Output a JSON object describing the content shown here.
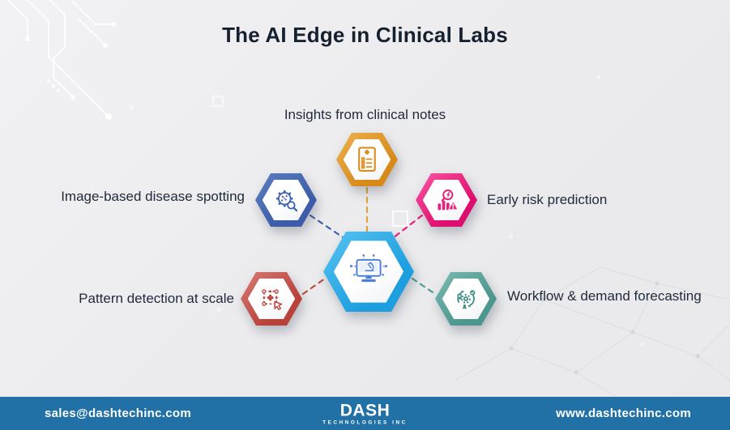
{
  "title": "The AI Edge in Clinical Labs",
  "center": {
    "icon": "monitor-microscope-icon",
    "color": "#2fa9e6"
  },
  "items": [
    {
      "id": "insights",
      "label": "Insights from clinical notes",
      "color": "#dd941f",
      "icon": "clinical-notes-document-icon"
    },
    {
      "id": "imaging",
      "label": "Image-based disease spotting",
      "color": "#3f63ad",
      "icon": "pathogen-magnifier-icon"
    },
    {
      "id": "risk",
      "label": "Early risk prediction",
      "color": "#e8217a",
      "icon": "risk-chart-alert-icon"
    },
    {
      "id": "pattern",
      "label": "Pattern detection at scale",
      "color": "#c04a44",
      "icon": "pattern-grid-cursor-icon"
    },
    {
      "id": "workflow",
      "label": "Workflow & demand forecasting",
      "color": "#4f9c93",
      "icon": "workflow-cycle-icon"
    }
  ],
  "footer": {
    "email": "sales@dashtechinc.com",
    "website": "www.dashtechinc.com",
    "logo_text": "DASH",
    "logo_subtext": "TECHNOLOGIES INC",
    "bar_color": "#2171a6"
  }
}
